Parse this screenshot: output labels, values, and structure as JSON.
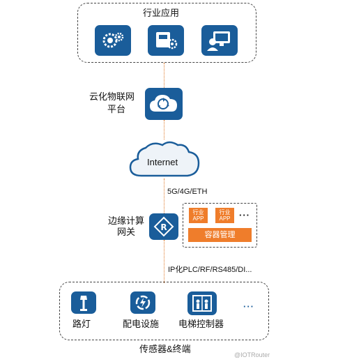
{
  "industry": {
    "title": "行业应用",
    "icons": [
      "gears-icon",
      "device-gear-icon",
      "monitor-user-icon"
    ]
  },
  "cloud_platform": {
    "label_line1": "云化物联网",
    "label_line2": "平台",
    "icon": "cloud-cycle-icon"
  },
  "internet": {
    "label": "Internet"
  },
  "link_upper": {
    "label": "5G/4G/ETH"
  },
  "gateway": {
    "label_line1": "边缘计算",
    "label_line2": "网关",
    "icon": "router-icon",
    "apps": [
      {
        "line1": "行业",
        "line2": "APP"
      },
      {
        "line1": "行业",
        "line2": "APP"
      }
    ],
    "more": "···",
    "container": "容器管理"
  },
  "link_lower": {
    "label": "IP化PLC/RF/RS485/DI..."
  },
  "devices": {
    "title": "传感器&终端",
    "items": [
      {
        "label": "路灯",
        "icon": "street-lamp-icon"
      },
      {
        "label": "配电设施",
        "icon": "power-icon"
      },
      {
        "label": "电梯控制器",
        "icon": "elevator-icon"
      }
    ],
    "more": "···"
  },
  "watermark": "@IOTRouter",
  "colors": {
    "tile": "#1a5d9a",
    "accent": "#ef7d2b"
  }
}
